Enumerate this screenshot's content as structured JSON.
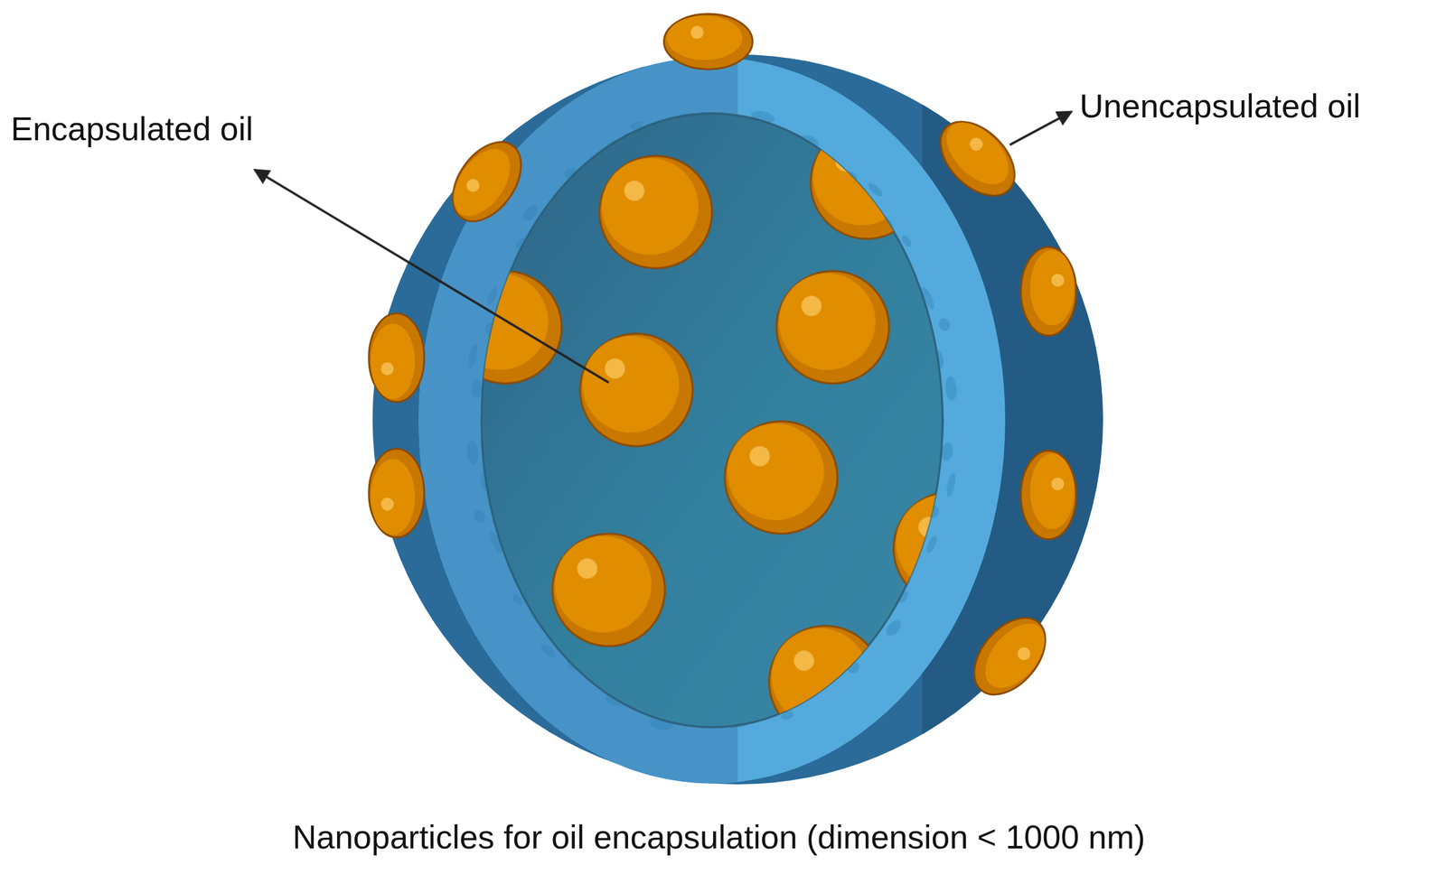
{
  "diagram": {
    "caption": "Nanoparticles for oil encapsulation (dimension < 1000 nm)",
    "labels": [
      "Encapsulated oil",
      "Unencapsulated oil"
    ]
  }
}
